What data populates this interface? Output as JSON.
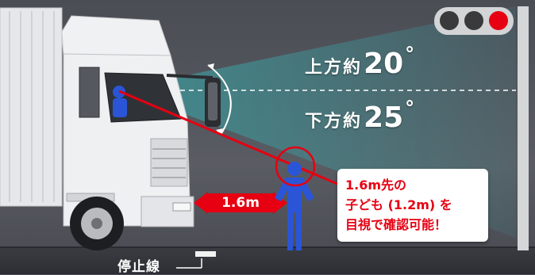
{
  "labels": {
    "upper_prefix": "上方約",
    "upper_value": "20",
    "lower_prefix": "下方約",
    "lower_value": "25",
    "degree_symbol": "°",
    "distance": "1.6m",
    "callout_line1": "1.6m先の",
    "callout_line2": "子ども (1.2m) を",
    "callout_line3": "目視で確認可能！",
    "stop_line": "停止線"
  },
  "colors": {
    "accent_red": "#e60012",
    "sight_cone": "#3f8f92",
    "child_blue": "#2a55d6",
    "truck_white": "#eef0f2"
  }
}
